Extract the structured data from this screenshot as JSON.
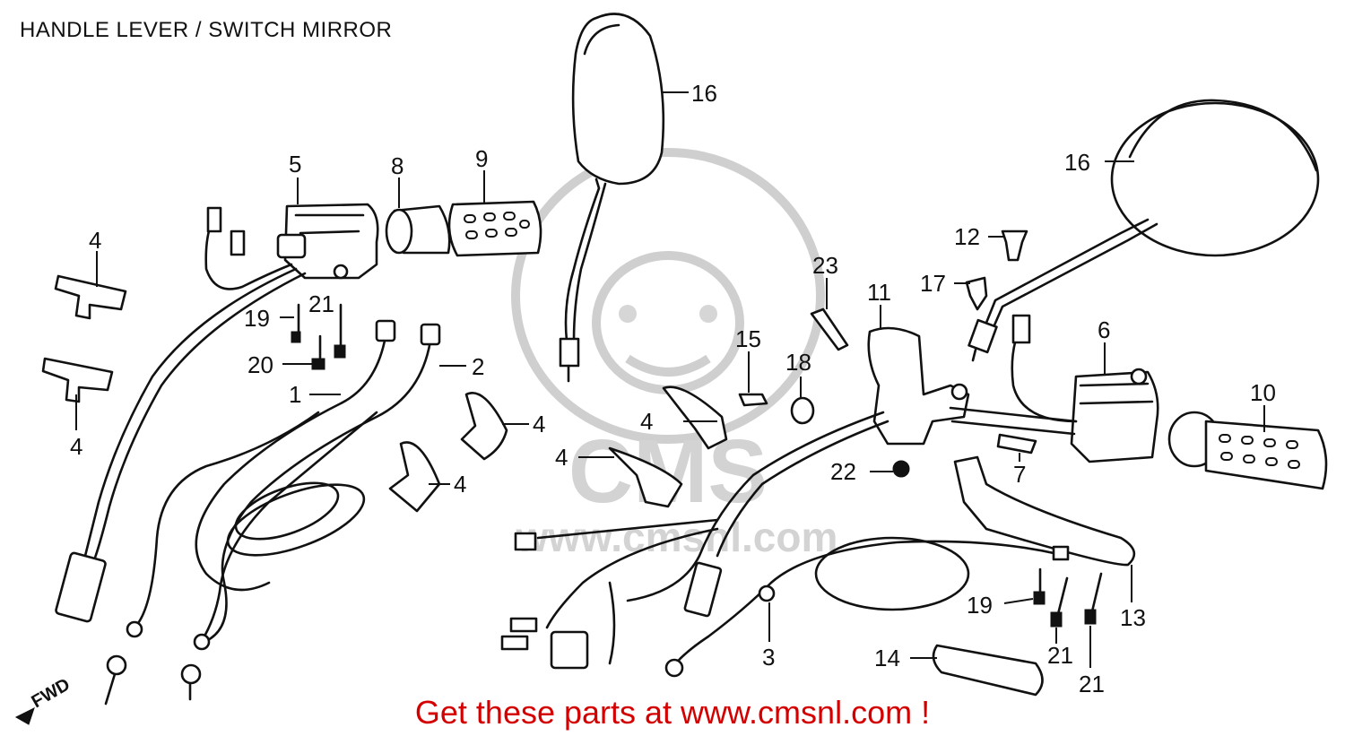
{
  "title": "HANDLE LEVER / SWITCH MIRROR",
  "promo": "Get these parts at www.cmsnl.com !",
  "watermark": {
    "text": "www.cmsnl.com",
    "logo": "CMS"
  },
  "direction_label": "FWD",
  "callouts": [
    {
      "id": "c16a",
      "label": "16"
    },
    {
      "id": "c16b",
      "label": "16"
    },
    {
      "id": "c5",
      "label": "5"
    },
    {
      "id": "c8",
      "label": "8"
    },
    {
      "id": "c9",
      "label": "9"
    },
    {
      "id": "c12",
      "label": "12"
    },
    {
      "id": "c23",
      "label": "23"
    },
    {
      "id": "c17",
      "label": "17"
    },
    {
      "id": "c11",
      "label": "11"
    },
    {
      "id": "c6",
      "label": "6"
    },
    {
      "id": "c4a",
      "label": "4"
    },
    {
      "id": "c4b",
      "label": "4"
    },
    {
      "id": "c21a",
      "label": "21"
    },
    {
      "id": "c19a",
      "label": "19"
    },
    {
      "id": "c20",
      "label": "20"
    },
    {
      "id": "c2",
      "label": "2"
    },
    {
      "id": "c1",
      "label": "1"
    },
    {
      "id": "c4c",
      "label": "4"
    },
    {
      "id": "c4d",
      "label": "4"
    },
    {
      "id": "c4e",
      "label": "4"
    },
    {
      "id": "c4f",
      "label": "4"
    },
    {
      "id": "c15",
      "label": "15"
    },
    {
      "id": "c18",
      "label": "18"
    },
    {
      "id": "c10",
      "label": "10"
    },
    {
      "id": "c22",
      "label": "22"
    },
    {
      "id": "c7",
      "label": "7"
    },
    {
      "id": "c19b",
      "label": "19"
    },
    {
      "id": "c13",
      "label": "13"
    },
    {
      "id": "c3",
      "label": "3"
    },
    {
      "id": "c21b",
      "label": "21"
    },
    {
      "id": "c14",
      "label": "14"
    },
    {
      "id": "c21c",
      "label": "21"
    }
  ]
}
